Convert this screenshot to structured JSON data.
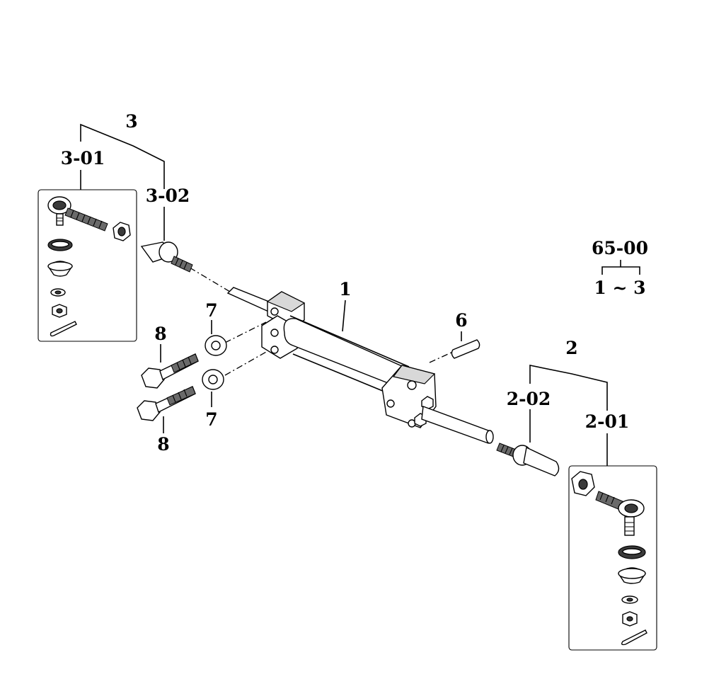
{
  "labels": {
    "assembly_3": "3",
    "part_3_01": "3-01",
    "part_3_02": "3-02",
    "group_ref": "65-00",
    "group_range": "1 ~ 3",
    "part_1": "1",
    "part_6": "6",
    "part_7_upper": "7",
    "part_7_lower": "7",
    "part_8_upper": "8",
    "part_8_lower": "8",
    "assembly_2": "2",
    "part_2_02": "2-02",
    "part_2_01": "2-01"
  }
}
